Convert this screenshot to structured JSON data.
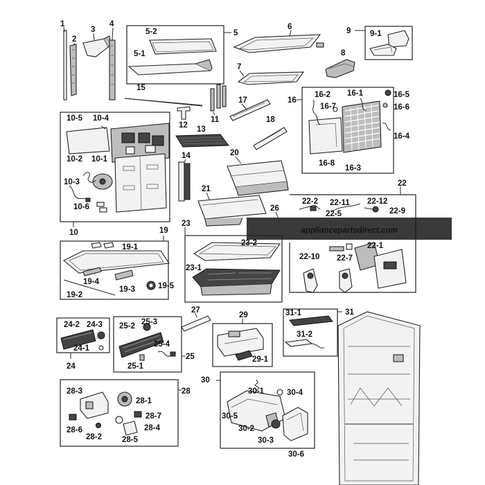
{
  "diagram": {
    "labels": {
      "l1": "1",
      "l2": "2",
      "l3": "3",
      "l4": "4",
      "l5": "5",
      "l5_1": "5-1",
      "l5_2": "5-2",
      "l6": "6",
      "l7": "7",
      "l8": "8",
      "l9": "9",
      "l9_1": "9-1",
      "l10": "10",
      "l10_1": "10-1",
      "l10_2": "10-2",
      "l10_3": "10-3",
      "l10_4": "10-4",
      "l10_5": "10-5",
      "l10_6": "10-6",
      "l11": "11",
      "l12": "12",
      "l13": "13",
      "l14": "14",
      "l15": "15",
      "l16": "16",
      "l16_1": "16-1",
      "l16_2": "16-2",
      "l16_3": "16-3",
      "l16_4": "16-4",
      "l16_5": "16-5",
      "l16_6": "16-6",
      "l16_7": "16-7",
      "l16_8": "16-8",
      "l17": "17",
      "l18": "18",
      "l19": "19",
      "l19_1": "19-1",
      "l19_2": "19-2",
      "l19_3": "19-3",
      "l19_4": "19-4",
      "l19_5": "19-5",
      "l20": "20",
      "l21": "21",
      "l22": "22",
      "l22_1": "22-1",
      "l22_2": "22-2",
      "l22_5": "22-5",
      "l22_7": "22-7",
      "l22_9": "22-9",
      "l22_10": "22-10",
      "l22_11": "22-11",
      "l22_12": "22-12",
      "l23": "23",
      "l23_1": "23-1",
      "l23_2": "23-2",
      "l24": "24",
      "l24_1": "24-1",
      "l24_2": "24-2",
      "l24_3": "24-3",
      "l25": "25",
      "l25_1": "25-1",
      "l25_2": "25-2",
      "l25_3": "25-3",
      "l25_4": "25-4",
      "l26": "26",
      "l27": "27",
      "l28": "28",
      "l28_1": "28-1",
      "l28_2": "28-2",
      "l28_3": "28-3",
      "l28_4": "28-4",
      "l28_5": "28-5",
      "l28_6": "28-6",
      "l28_7": "28-7",
      "l29": "29",
      "l29_1": "29-1",
      "l30": "30",
      "l30_1": "30-1",
      "l30_2": "30-2",
      "l30_3": "30-3",
      "l30_4": "30-4",
      "l30_5": "30-5",
      "l30_6": "30-6",
      "l31": "31",
      "l31_1": "31-1",
      "l31_2": "31-2"
    },
    "watermark": "appliancepartsdirect.com"
  }
}
